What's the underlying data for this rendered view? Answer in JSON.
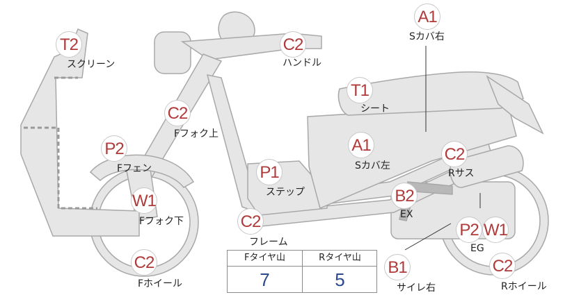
{
  "colors": {
    "body_fill": "#e6e6e6",
    "body_stroke": "#a8a8a8",
    "code_text": "#b03a3a",
    "value_text": "#2a4a8c"
  },
  "parts": {
    "screen": {
      "code": "T2",
      "label": "スクリーン"
    },
    "handle": {
      "code": "C2",
      "label": "ハンドル"
    },
    "cover_right": {
      "code": "A1",
      "label": "Sカバ右"
    },
    "seat": {
      "code": "T1",
      "label": "シート"
    },
    "fork_upper": {
      "code": "C2",
      "label": "Fフォク上"
    },
    "front_fender": {
      "code": "P2",
      "label": "Fフェン"
    },
    "cover_left": {
      "code": "A1",
      "label": "Sカバ左"
    },
    "rear_susp": {
      "code": "C2",
      "label": "Rサス"
    },
    "step": {
      "code": "P1",
      "label": "ステップ"
    },
    "fork_lower": {
      "code": "W1",
      "label": "Fフォク下"
    },
    "exhaust": {
      "code": "B2",
      "label": "EX"
    },
    "frame": {
      "code": "C2",
      "label": "フレーム"
    },
    "engine_p": {
      "code": "P2",
      "label": "EG"
    },
    "engine_w": {
      "code": "W1"
    },
    "front_wheel": {
      "code": "C2",
      "label": "Fホイール"
    },
    "muffler_right": {
      "code": "B1",
      "label": "サイレ右"
    },
    "rear_wheel": {
      "code": "C2",
      "label": "Rホイール"
    }
  },
  "tread": {
    "front_label": "Fタイヤ山",
    "rear_label": "Rタイヤ山",
    "front_value": "7",
    "rear_value": "5"
  }
}
